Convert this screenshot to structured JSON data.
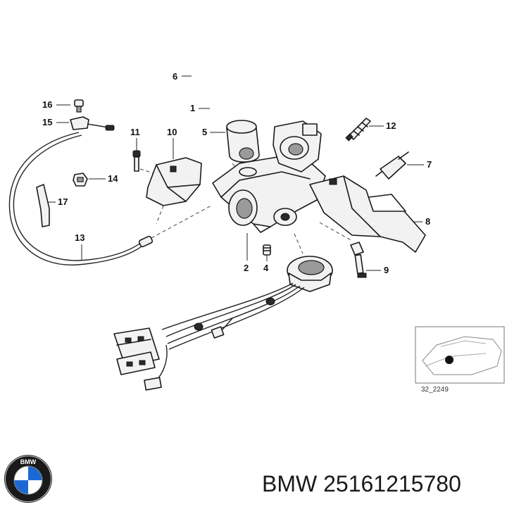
{
  "callouts": {
    "c1": "1",
    "c2": "2",
    "c4": "4",
    "c5": "5",
    "c6": "6",
    "c7": "7",
    "c8": "8",
    "c9": "9",
    "c10": "10",
    "c11": "11",
    "c12": "12",
    "c13": "13",
    "c14": "14",
    "c15": "15",
    "c16": "16",
    "c17": "17"
  },
  "thumbnail": {
    "code": "32_2249"
  },
  "logo": {
    "text": "BMW"
  },
  "footer": {
    "part_number": "BMW 25161215780"
  },
  "colors": {
    "line": "#1a1a1a",
    "background": "#ffffff",
    "logo_blue": "#1c69d4"
  }
}
